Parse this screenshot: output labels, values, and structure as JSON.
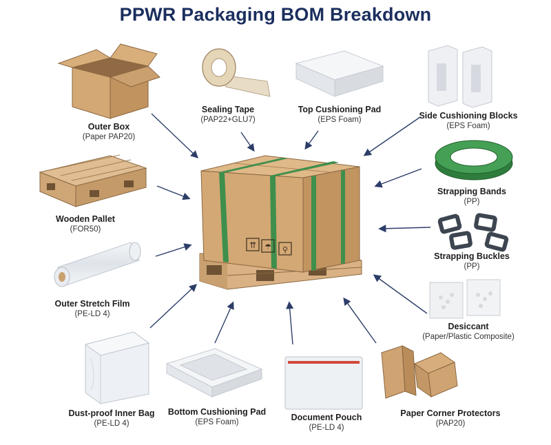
{
  "title": "PPWR Packaging BOM Breakdown",
  "components": [
    {
      "name": "Outer Box",
      "material": "(Paper PAP20)"
    },
    {
      "name": "Sealing Tape",
      "material": "(PAP22+GLU7)"
    },
    {
      "name": "Top Cushioning Pad",
      "material": "(EPS Foam)"
    },
    {
      "name": "Side Cushioning Blocks",
      "material": "(EPS Foam)"
    },
    {
      "name": "Strapping Bands",
      "material": "(PP)"
    },
    {
      "name": "Wooden Pallet",
      "material": "(FOR50)"
    },
    {
      "name": "Strapping Buckles",
      "material": "(PP)"
    },
    {
      "name": "Outer Stretch Film",
      "material": "(PE-LD 4)"
    },
    {
      "name": "Desiccant",
      "material": "(Paper/Plastic Composite)"
    },
    {
      "name": "Dust-proof Inner Bag",
      "material": "(PE-LD 4)"
    },
    {
      "name": "Bottom Cushioning Pad",
      "material": "(EPS Foam)"
    },
    {
      "name": "Document Pouch",
      "material": "(PE-LD 4)"
    },
    {
      "name": "Paper Corner Protectors",
      "material": "(PAP20)"
    }
  ],
  "colors": {
    "title": "#1b2f5e",
    "cardboard": "#cfa573",
    "strap": "#3f8f4c",
    "wood": "#dcb487",
    "arrow": "#2c3d68",
    "foam": "#eef0f3"
  }
}
